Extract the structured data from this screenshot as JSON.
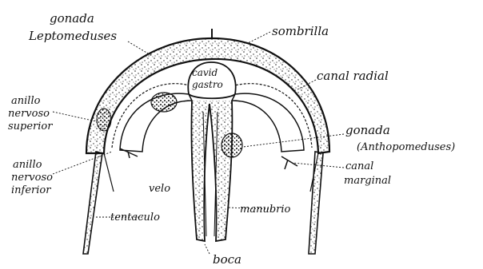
{
  "diagram": {
    "labels": {
      "gonada_top": "gonada",
      "leptomeduses": "Leptomeduses",
      "sombrilla": "sombrilla",
      "canal_radial": "canal radial",
      "cav_gastro_1": "cavid",
      "cav_gastro_2": "gastro",
      "anillo_sup_1": "anillo",
      "anillo_sup_2": "nervoso",
      "anillo_sup_3": "superior",
      "anillo_inf_1": "anillo",
      "anillo_inf_2": "nervoso",
      "anillo_inf_3": "inferior",
      "velo": "velo",
      "tentaculo": "tentaculo",
      "manubrio": "manubrio",
      "boca": "boca",
      "gonada_right": "gonada",
      "anthopomeduses": "(Anthopomeduses)",
      "canal_marg_1": "canal",
      "canal_marg_2": "marginal"
    },
    "colors": {
      "ink": "#111111",
      "paper": "#ffffff"
    }
  }
}
